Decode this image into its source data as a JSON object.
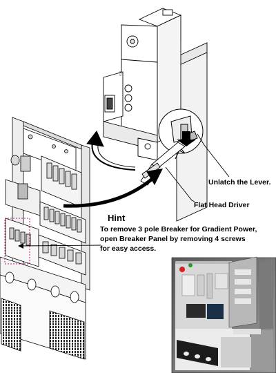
{
  "labels": {
    "unlatch": "Unlatch the Lever.",
    "flat_head_driver": "Flat Head Driver"
  },
  "hint": {
    "title": "Hint",
    "lines": [
      "To remove 3 pole Breaker for Gradient Power,",
      "open Breaker Panel by removing 4 screws",
      "for easy access."
    ]
  },
  "colors": {
    "line": "#000000",
    "highlight_box": "#c01878",
    "photo_led_red": "#d42020",
    "photo_led_green": "#2a9a2a"
  }
}
